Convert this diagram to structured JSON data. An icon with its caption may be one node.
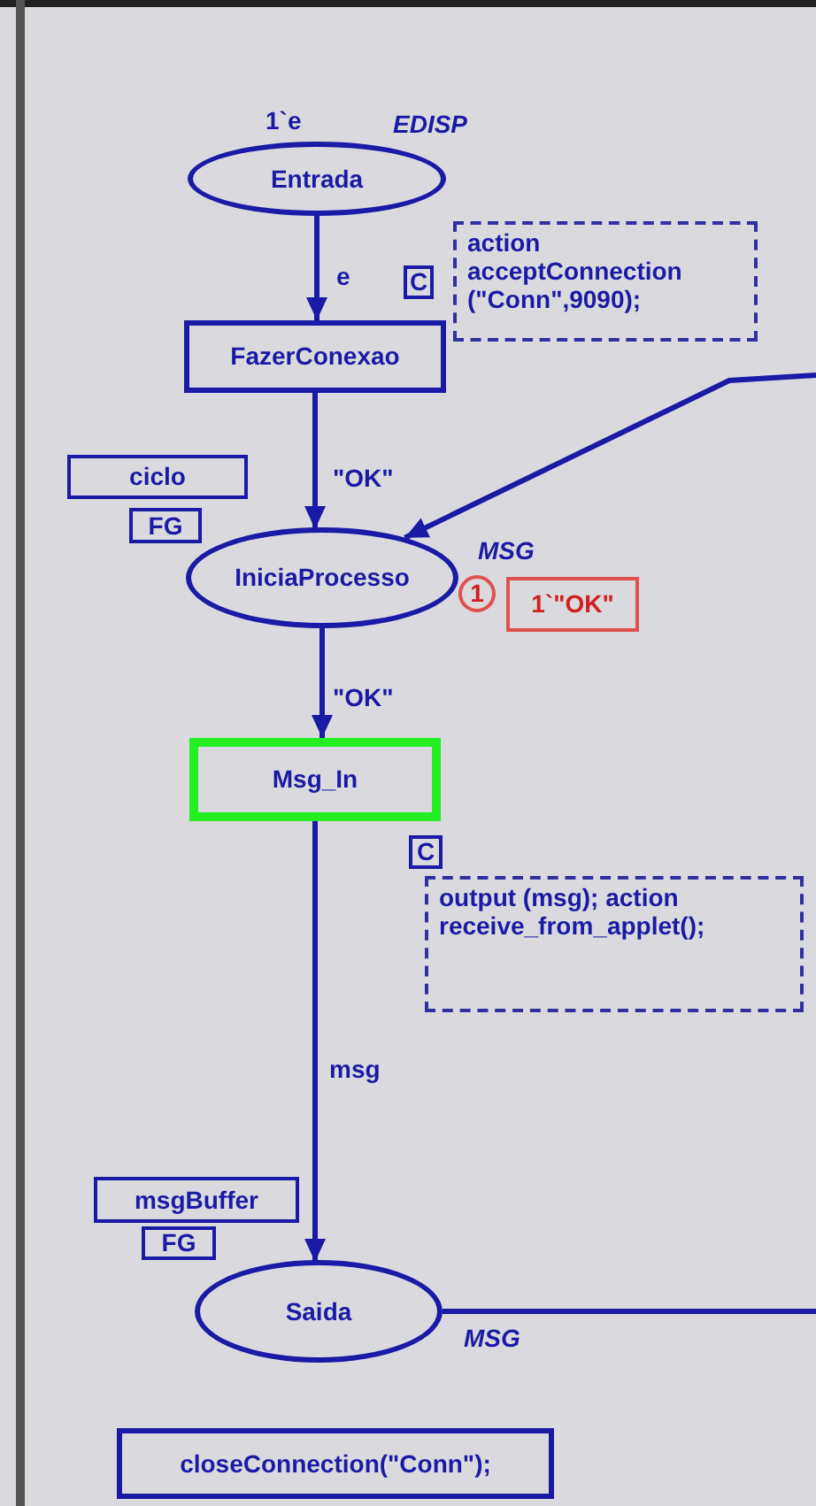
{
  "diagram": {
    "nodes": [
      {
        "text": [
          "Entrada"
        ],
        "beside": [
          "1`e",
          "EDISP"
        ]
      },
      {
        "text": [
          "C"
        ]
      },
      {
        "text": [
          "action acceptConnection (\"Conn\",9090);"
        ]
      },
      {
        "text": [
          "FazerConexao"
        ]
      },
      {
        "text": [
          "ciclo"
        ]
      },
      {
        "text": [
          "FG"
        ]
      },
      {
        "text": [
          "IniciaProcesso"
        ],
        "beside": [
          "MSG"
        ]
      },
      {
        "text": [
          "1"
        ]
      },
      {
        "text": [
          "1`\"OK\""
        ]
      },
      {
        "text": [
          "Msg_In"
        ]
      },
      {
        "text": [
          "C"
        ]
      },
      {
        "text": [
          "output (msg); action receive_from_applet();"
        ]
      },
      {
        "text": [
          "msgBuffer"
        ]
      },
      {
        "text": [
          "FG"
        ]
      },
      {
        "text": [
          "Saida"
        ],
        "beside": [
          "MSG"
        ]
      },
      {
        "text": [
          "closeConnection(\"Conn\");"
        ]
      }
    ],
    "edges": [
      {
        "from": 0,
        "to": 3,
        "arrow": "to",
        "label": "e"
      },
      {
        "from": 3,
        "to": 6,
        "arrow": "to",
        "label": "\"OK\""
      },
      {
        "from": null,
        "to": 6,
        "arrow": "to"
      },
      {
        "from": 6,
        "to": 9,
        "arrow": "to",
        "label": "\"OK\""
      },
      {
        "from": 9,
        "to": 14,
        "arrow": "to",
        "label": "msg"
      },
      {
        "from": 14,
        "to": null,
        "arrow": "none"
      }
    ]
  }
}
